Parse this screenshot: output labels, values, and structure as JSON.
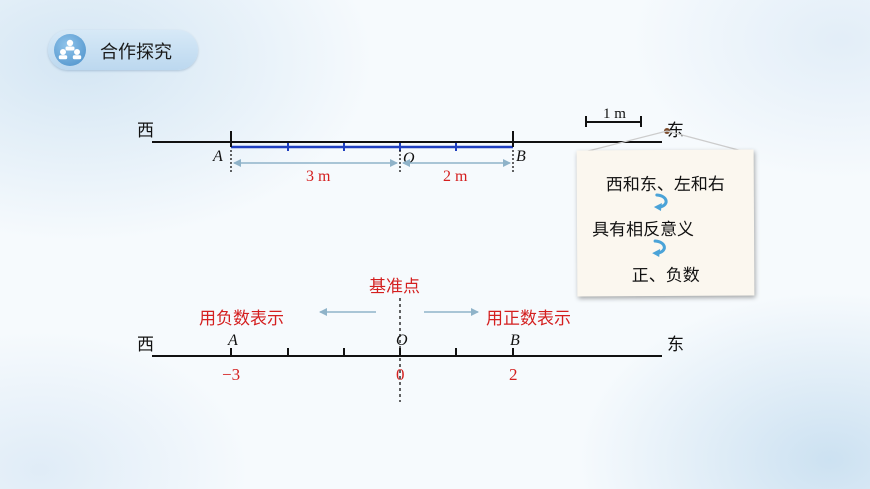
{
  "header": {
    "title": "合作探究"
  },
  "top_line": {
    "west": "西",
    "east": "东",
    "scale_label": "1 m",
    "point_a": "A",
    "point_o": "O",
    "point_b": "B",
    "dist_ao": "3 m",
    "dist_ob": "2 m"
  },
  "note_card": {
    "line1": "西和东、左和右",
    "line2": "具有相反意义",
    "line3": "正、负数"
  },
  "bottom_line": {
    "reference_label": "基准点",
    "negative_label": "用负数表示",
    "positive_label": "用正数表示",
    "west": "西",
    "east": "东",
    "point_a": "A",
    "point_o": "O",
    "point_b": "B",
    "value_a": "−3",
    "value_o": "0",
    "value_b": "2"
  },
  "colors": {
    "red": "#d41f1f",
    "blue": "#1f3fbf",
    "arrow_gray": "#8fb3c9",
    "curl_blue": "#4aa3d8"
  }
}
